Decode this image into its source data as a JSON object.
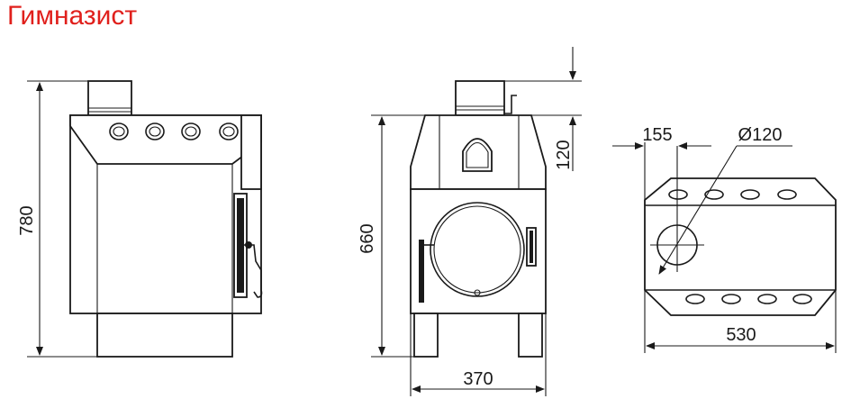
{
  "title": "Гимназист",
  "colors": {
    "title": "#e0201c",
    "line": "#1a1a1a"
  },
  "dimensions": {
    "side_height": "780",
    "front_height": "660",
    "front_top": "120",
    "front_width": "370",
    "top_offset": "155",
    "top_diameter": "Ø120",
    "top_width": "530"
  }
}
